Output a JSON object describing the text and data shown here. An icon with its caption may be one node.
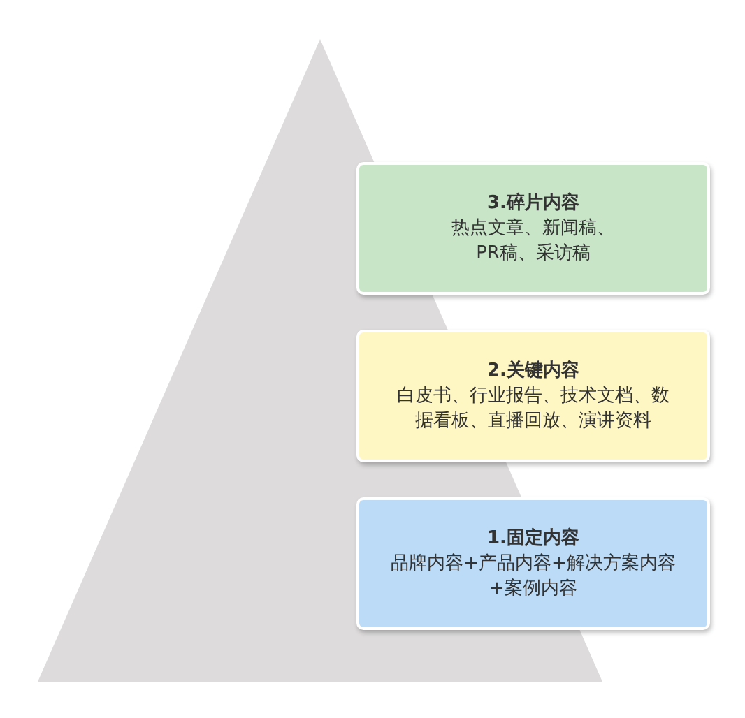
{
  "diagram": {
    "nodes": [
      {
        "text": [
          "3.碎片内容",
          "热点文章、新闻稿、PR稿、采访稿"
        ]
      },
      {
        "text": [
          "2.关键内容",
          "白皮书、行业报告、技术文档、数据看板、直播回放、演讲资料"
        ]
      },
      {
        "text": [
          "1.固定内容",
          "品牌内容+产品内容+解决方案内容+案例内容"
        ]
      }
    ]
  }
}
